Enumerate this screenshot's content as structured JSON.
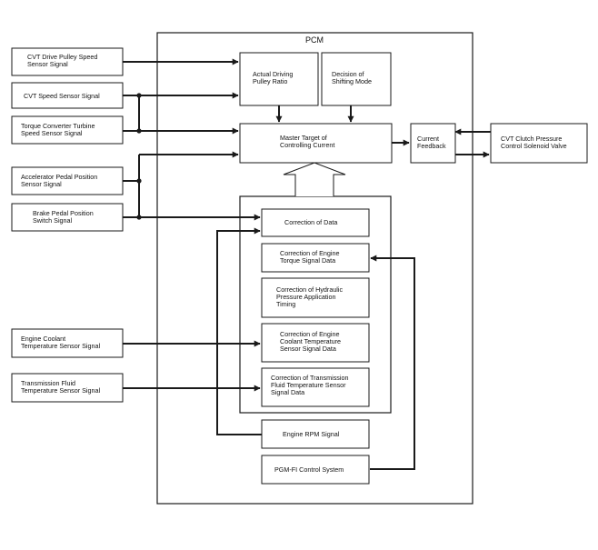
{
  "pcm": {
    "title": "PCM"
  },
  "inputs": {
    "drive_pulley": [
      "CVT Drive Pulley Speed",
      "Sensor Signal"
    ],
    "cvt_speed": [
      "CVT Speed Sensor Signal"
    ],
    "turbine": [
      "Torque Converter Turbine",
      "Speed Sensor Signal"
    ],
    "accelerator": [
      "Accelerator Pedal Position",
      "Sensor Signal"
    ],
    "brake": [
      "Brake Pedal Position",
      "Switch Signal"
    ],
    "coolant": [
      "Engine Coolant",
      "Temperature Sensor Signal"
    ],
    "trans_fluid": [
      "Transmission Fluid",
      "Temperature Sensor Signal"
    ]
  },
  "blocks": {
    "actual_ratio": [
      "Actual Driving",
      "Pulley Ratio"
    ],
    "shift_mode": [
      "Decision of",
      "Shifting Mode"
    ],
    "master_target": [
      "Master Target of",
      "Controlling Current"
    ],
    "current_feedback": [
      "Current",
      "Feedback"
    ],
    "solenoid": [
      "CVT Clutch Pressure",
      "Control Solenoid Valve"
    ],
    "correction_data": [
      "Correction of Data"
    ],
    "corr_torque": [
      "Correction of Engine",
      "Torque Signal Data"
    ],
    "corr_hydraulic": [
      "Correction of Hydraulic",
      "Pressure Application",
      "Timing"
    ],
    "corr_coolant": [
      "Correction of Engine",
      "Coolant Temperature",
      "Sensor Signal Data"
    ],
    "corr_trans": [
      "Correction of Transmission",
      "Fluid Temperature Sensor",
      "Signal Data"
    ],
    "engine_rpm": [
      "Engine RPM Signal"
    ],
    "pgm_fi": [
      "PGM-FI Control System"
    ]
  }
}
